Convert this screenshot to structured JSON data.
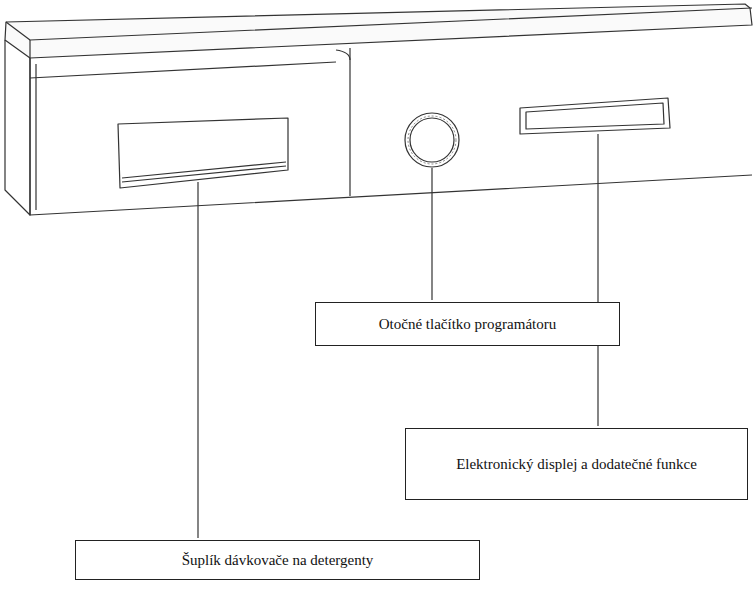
{
  "diagram": {
    "nodes": [
      {
        "text": [
          "Otočné tlačítko programátoru"
        ]
      },
      {
        "text": [
          "Elektronický displej a dodatečné funkce"
        ]
      },
      {
        "text": [
          "Šuplík dávkovače na detergenty"
        ]
      }
    ]
  }
}
